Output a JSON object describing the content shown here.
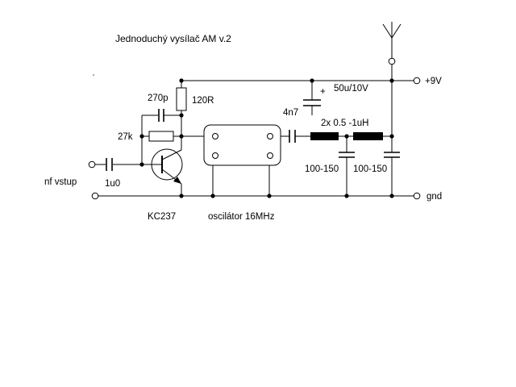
{
  "diagram": {
    "title": "Jednoduchý vysílač AM  v.2",
    "labels": {
      "input": "nf vstup",
      "c_input": "1u0",
      "r_base": "27k",
      "c_feedback": "270p",
      "r_collector": "120R",
      "transistor": "KC237",
      "oscillator": "oscilátor 16MHz",
      "c_coupling": "4n7",
      "c_supply_plus": "+",
      "c_supply": "50u/10V",
      "supply": "+9V",
      "inductors": "2x 0.5 -1uH",
      "c_filter_1": "100-150",
      "c_filter_2": "100-150",
      "ground": "gnd"
    }
  },
  "colors": {
    "line": "#000000",
    "background": "#ffffff"
  }
}
